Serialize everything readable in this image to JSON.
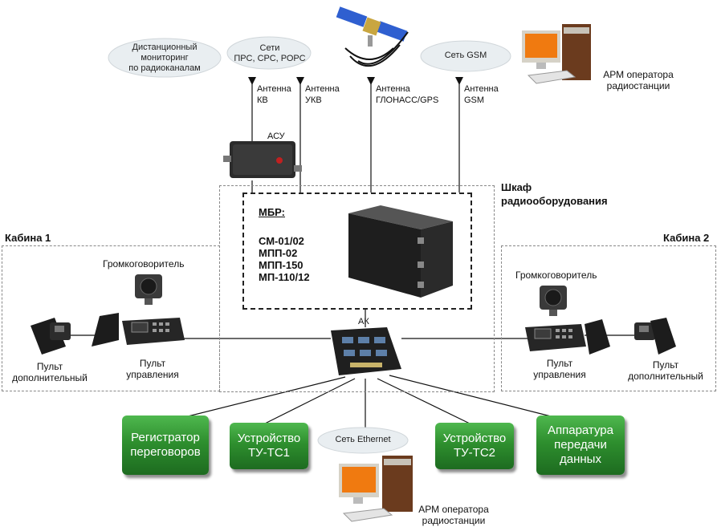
{
  "clouds": {
    "remote_monitoring": "Дистанционный\nмониторинг\nпо радиоканалам",
    "networks": "Сети\nПРС, СРС, РОРС",
    "gsm": "Сеть GSM",
    "ethernet": "Сеть Ethernet"
  },
  "antennas": {
    "kv": "Антенна\nКВ",
    "ukv": "Антенна\nУКВ",
    "glonass": "Антенна\nГЛОНАСС/GPS",
    "gsm": "Антенна\nGSM"
  },
  "workstation_top": "АРМ оператора\nрадиостанции",
  "workstation_bottom": "АРМ оператора\nрадиостанции",
  "asu": "АСУ",
  "cabinet": "Шкаф\nрадиооборудования",
  "mbr": {
    "title": "МБР:",
    "models": "СМ-01/02\nМПП-02\nМПП-150\nМП-110/12"
  },
  "ak": "АК",
  "cabin1": {
    "title": "Кабина 1",
    "loudspeaker": "Громкоговоритель",
    "aux_console": "Пульт\nдополнительный",
    "control_console": "Пульт\nуправления"
  },
  "cabin2": {
    "title": "Кабина 2",
    "loudspeaker": "Громкоговоритель",
    "control_console": "Пульт\nуправления",
    "aux_console": "Пульт\nдополнительный"
  },
  "green_boxes": {
    "recorder": "Регистратор\nпереговоров",
    "tu_tc1": "Устройство\nТУ-ТС1",
    "tu_tc2": "Устройство\nТУ-ТС2",
    "data_tx": "Аппаратура\nпередачи\nданных"
  },
  "colors": {
    "green": "#2e8f2e",
    "cloud": "#e9eef1",
    "monitor": "#f07a10",
    "device": "#2a2a2a"
  }
}
